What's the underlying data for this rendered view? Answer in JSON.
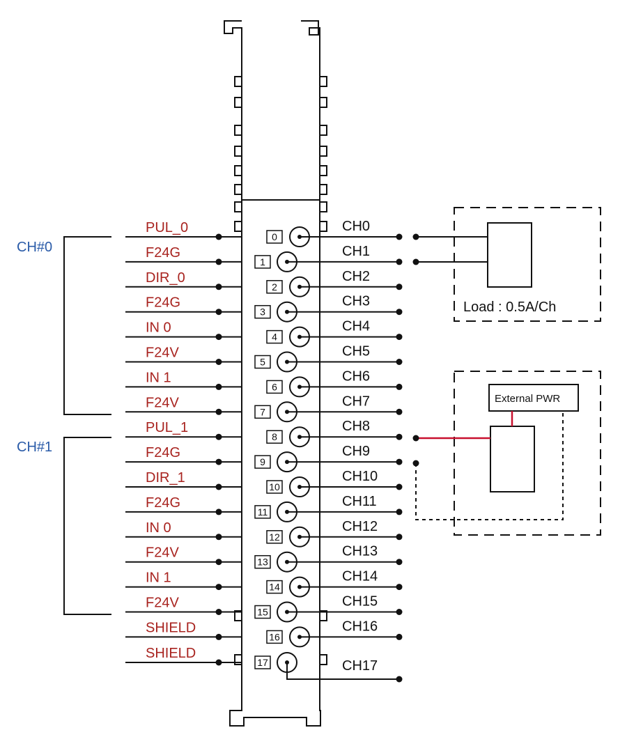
{
  "groups": [
    {
      "label": "CH#0"
    },
    {
      "label": "CH#1"
    }
  ],
  "left_signals": [
    "PUL_0",
    "F24G",
    "DIR_0",
    "F24G",
    "IN 0",
    "F24V",
    "IN 1",
    "F24V",
    "PUL_1",
    "F24G",
    "DIR_1",
    "F24G",
    "IN 0",
    "F24V",
    "IN 1",
    "F24V",
    "SHIELD",
    "SHIELD"
  ],
  "terminal_numbers": [
    "0",
    "1",
    "2",
    "3",
    "4",
    "5",
    "6",
    "7",
    "8",
    "9",
    "10",
    "11",
    "12",
    "13",
    "14",
    "15",
    "16",
    "17"
  ],
  "channels": [
    "CH0",
    "CH1",
    "CH2",
    "CH3",
    "CH4",
    "CH5",
    "CH6",
    "CH7",
    "CH8",
    "CH9",
    "CH10",
    "CH11",
    "CH12",
    "CH13",
    "CH14",
    "CH15",
    "CH16",
    "CH17"
  ],
  "load_box": {
    "label": "Load : 0.5A/Ch"
  },
  "ext_pwr_box": {
    "label": "External PWR"
  },
  "colors": {
    "signal_label": "#a8231f",
    "group_label": "#2a5ba8",
    "line": "#111111",
    "power_wire": "#c8102e"
  }
}
